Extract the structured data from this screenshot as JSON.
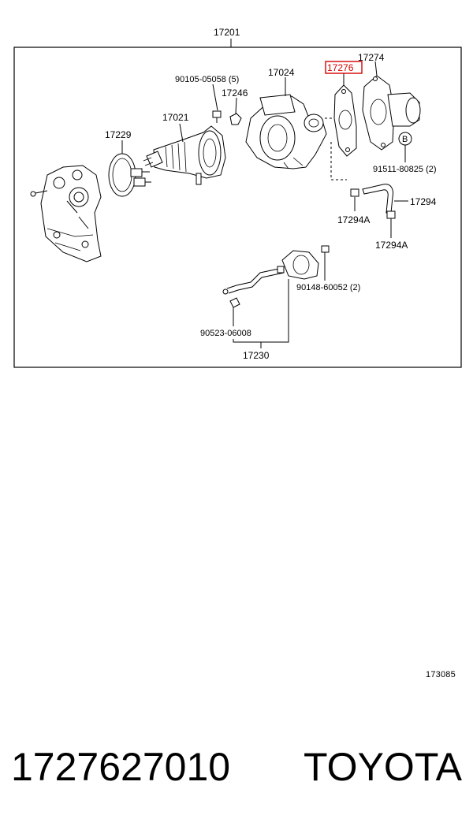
{
  "diagram": {
    "assembly_label": "17201",
    "labels": {
      "p17274": "17274",
      "p17276": "17276",
      "p17024": "17024",
      "p90105": "90105-05058 (5)",
      "p17246": "17246",
      "p17021": "17021",
      "p17229": "17229",
      "p91511": "91511-80825 (2)",
      "p17294": "17294",
      "p17294a1": "17294A",
      "p17294a2": "17294A",
      "p90148": "90148-60052 (2)",
      "p90523": "90523-06008",
      "p17230": "17230",
      "callout_b": "B"
    },
    "highlight_color": "#d40000"
  },
  "ref_code": "173085",
  "footer": {
    "part_number": "1727627010",
    "brand": "TOYOTA"
  }
}
